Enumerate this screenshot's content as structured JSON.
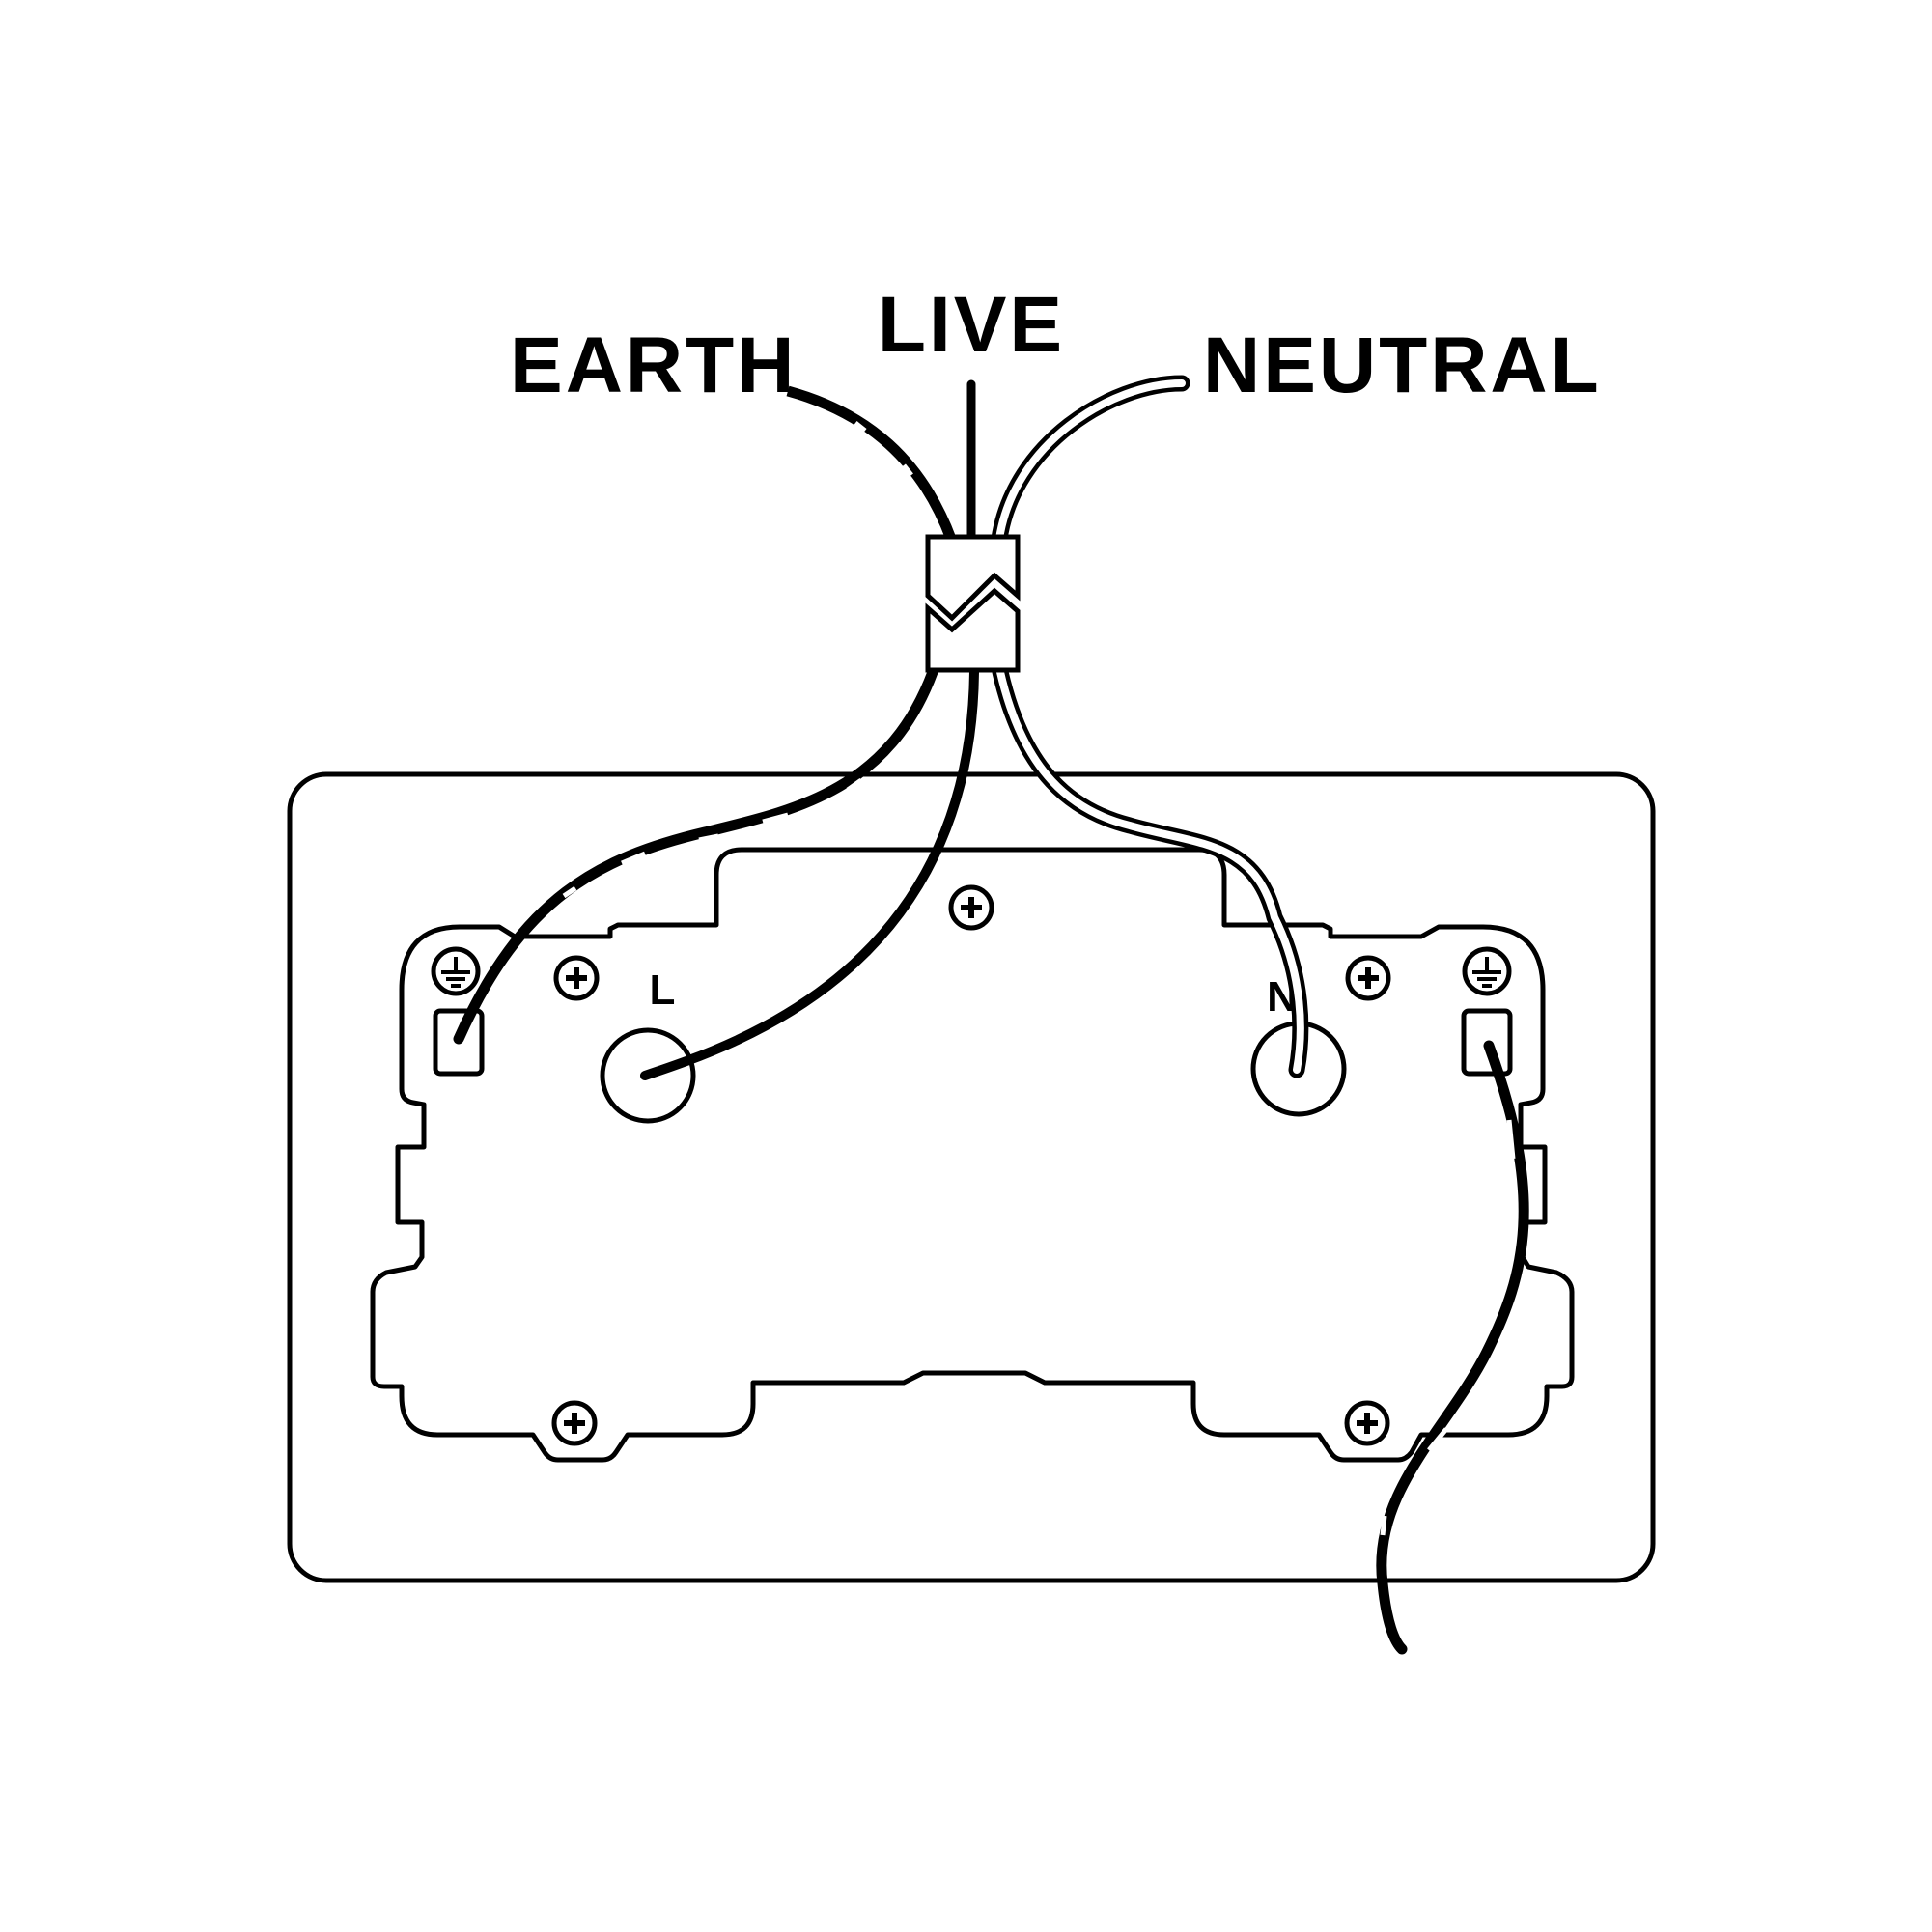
{
  "labels": {
    "earth": "EARTH",
    "live": "LIVE",
    "neutral": "NEUTRAL",
    "terminal_live": "L",
    "terminal_neutral": "N"
  },
  "colors": {
    "stroke": "#000000",
    "background": "#ffffff",
    "earth_sleeve": "#ffffff"
  },
  "icons": [
    "earth-symbol-icon",
    "screw-icon"
  ]
}
